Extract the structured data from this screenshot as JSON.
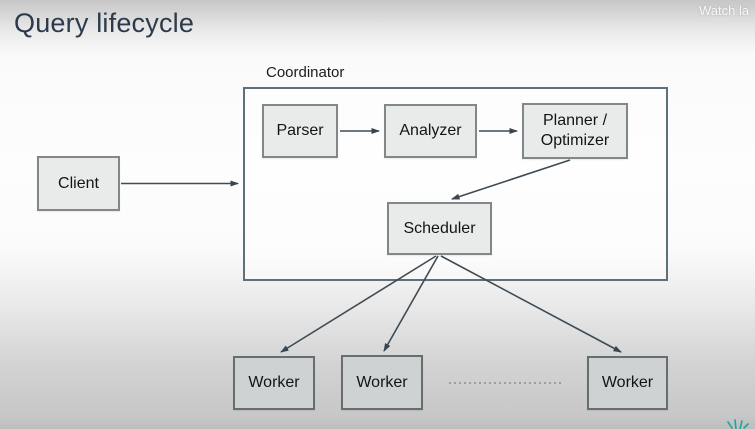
{
  "page": {
    "title": "Query lifecycle",
    "watch_later_overlay": "Watch la"
  },
  "diagram": {
    "coordinator": {
      "label": "Coordinator"
    },
    "nodes": {
      "client": {
        "label": "Client"
      },
      "parser": {
        "label": "Parser"
      },
      "analyzer": {
        "label": "Analyzer"
      },
      "planner": {
        "label_line1": "Planner /",
        "label_line2": "Optimizer"
      },
      "scheduler": {
        "label": "Scheduler"
      },
      "workers": [
        {
          "label": "Worker"
        },
        {
          "label": "Worker"
        },
        {
          "label": "Worker"
        }
      ]
    },
    "edges": [
      {
        "from": "client",
        "to": "coordinator"
      },
      {
        "from": "parser",
        "to": "analyzer"
      },
      {
        "from": "analyzer",
        "to": "planner"
      },
      {
        "from": "planner",
        "to": "scheduler"
      },
      {
        "from": "scheduler",
        "to": "worker-1"
      },
      {
        "from": "scheduler",
        "to": "worker-2"
      },
      {
        "from": "scheduler",
        "to": "worker-3"
      }
    ],
    "worker_ellipsis": "dotted-separator"
  },
  "colors": {
    "title_text": "#2c3a4b",
    "box_fill": "#e9ebeb",
    "worker_box_fill": "#ced2d2",
    "box_border": "#82888a",
    "coordinator_border": "#60707a",
    "arrow": "#3e4b55",
    "brand_accent_teal": "#1ba79c"
  }
}
